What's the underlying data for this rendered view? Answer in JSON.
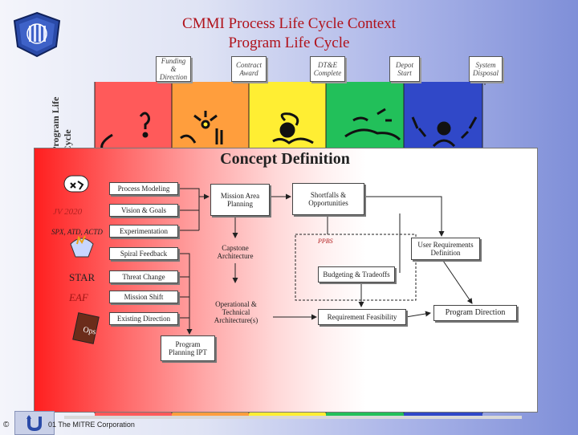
{
  "header": {
    "title_line1": "CMMI Process Life Cycle Context",
    "title_line2": "Program Life Cycle"
  },
  "side_label": "Program Life Cycle",
  "phases": [
    {
      "label_lines": [
        "Funding",
        "&",
        "Direction"
      ],
      "color": "#ff5a5a"
    },
    {
      "label_lines": [
        "Contract",
        "Award"
      ],
      "color": "#ff9e3d"
    },
    {
      "label_lines": [
        "DT&E",
        "Complete"
      ],
      "color": "#ffee33"
    },
    {
      "label_lines": [
        "Depot",
        "Start"
      ],
      "color": "#22c05a"
    },
    {
      "label_lines": [
        "System",
        "Disposal"
      ],
      "color": "#3048c8"
    }
  ],
  "concept": {
    "title": "Concept Definition",
    "left_items": [
      "JV 2020",
      "SPX, ATD, ACTD",
      "STAR",
      "EAF"
    ],
    "inputs": [
      "Process Modeling",
      "Vision & Goals",
      "Experimentation",
      "Spiral Feedback",
      "Threat Change",
      "Mission Shift",
      "Existing Direction"
    ],
    "program_planning": [
      "Program",
      "Planning IPT"
    ],
    "mission_area": [
      "Mission Area",
      "Planning"
    ],
    "capstone": [
      "Capstone",
      "Architecture"
    ],
    "operational": [
      "Operational &",
      "Technical",
      "Architecture(s)"
    ],
    "shortfalls": [
      "Shortfalls &",
      "Opportunities"
    ],
    "ppbs": "PPBS",
    "budgeting": "Budgeting & Tradeoffs",
    "requirement_feasibility": "Requirement Feasibility",
    "user_requirements": [
      "User Requirements",
      "Definition"
    ],
    "program_direction": "Program Direction"
  },
  "footer": {
    "copyright_symbol": "©",
    "text": "01 The MITRE Corporation"
  },
  "colors": {
    "title": "#b0121b",
    "concept_gradient_start": "#ff1f1f"
  }
}
